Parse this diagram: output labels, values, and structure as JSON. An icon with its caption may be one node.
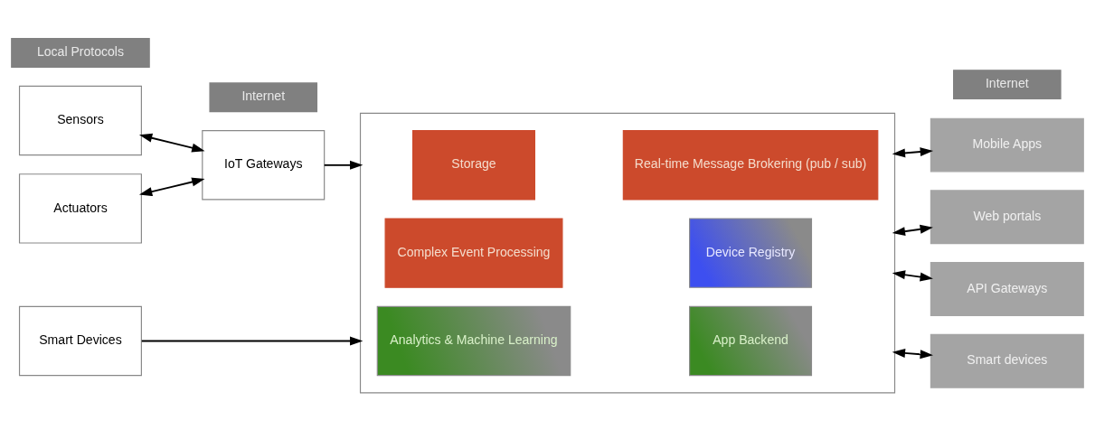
{
  "diagram": {
    "nodes": [
      {
        "text": [
          "Sensors"
        ]
      },
      {
        "text": [
          "Actuators"
        ]
      },
      {
        "text": [
          "Local Protocols"
        ]
      },
      {
        "text": [
          "IoT Gateways"
        ]
      },
      {
        "text": [
          "Smart Devices"
        ]
      },
      {
        "text": [
          "Internet"
        ]
      },
      {
        "text": [],
        "shape": "box"
      },
      {
        "text": [
          "Storage"
        ],
        "in": 6
      },
      {
        "text": [
          "Real-time Message Brokering (pub / sub)"
        ],
        "in": 6
      },
      {
        "text": [
          "Complex Event Processing"
        ],
        "in": 6
      },
      {
        "text": [
          "Device Registry"
        ],
        "in": 6
      },
      {
        "text": [
          "Analytics & Machine Learning"
        ],
        "in": 6
      },
      {
        "text": [
          "App Backend"
        ],
        "in": 6
      },
      {
        "text": [
          "Internet"
        ]
      },
      {
        "text": [
          "Mobile Apps"
        ]
      },
      {
        "text": [
          "Web portals"
        ]
      },
      {
        "text": [
          "API Gateways"
        ]
      },
      {
        "text": [
          "Smart devices"
        ]
      }
    ],
    "edges": [
      {
        "from": 0,
        "to": 3,
        "arrow": "both"
      },
      {
        "from": 1,
        "to": 3,
        "arrow": "both"
      },
      {
        "from": 3,
        "to": 6,
        "arrow": "to"
      },
      {
        "from": 4,
        "to": 6,
        "arrow": "to"
      },
      {
        "from": 6,
        "to": 14,
        "arrow": "both"
      },
      {
        "from": 6,
        "to": 15,
        "arrow": "both"
      },
      {
        "from": 6,
        "to": 16,
        "arrow": "both"
      },
      {
        "from": 6,
        "to": 17,
        "arrow": "both"
      }
    ]
  }
}
